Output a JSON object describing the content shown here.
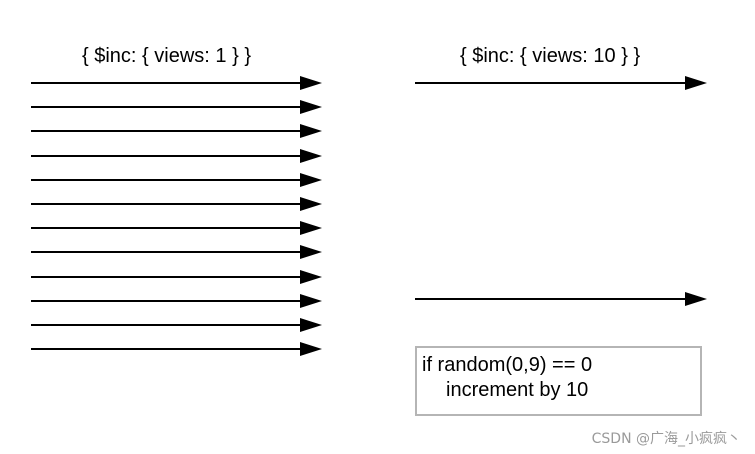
{
  "left_panel": {
    "label": "{ $inc: { views: 1 } }",
    "arrow_count": 12
  },
  "right_panel": {
    "label": "{ $inc: { views: 10 } }",
    "arrow_count": 2
  },
  "note": {
    "line1": "if random(0,9) == 0",
    "line2": "increment by 10"
  },
  "watermark": "CSDN @广海_小疯疯丶",
  "colors": {
    "stroke": "#000000",
    "box_border": "#b5b5b5",
    "watermark": "#9a9a9a"
  }
}
